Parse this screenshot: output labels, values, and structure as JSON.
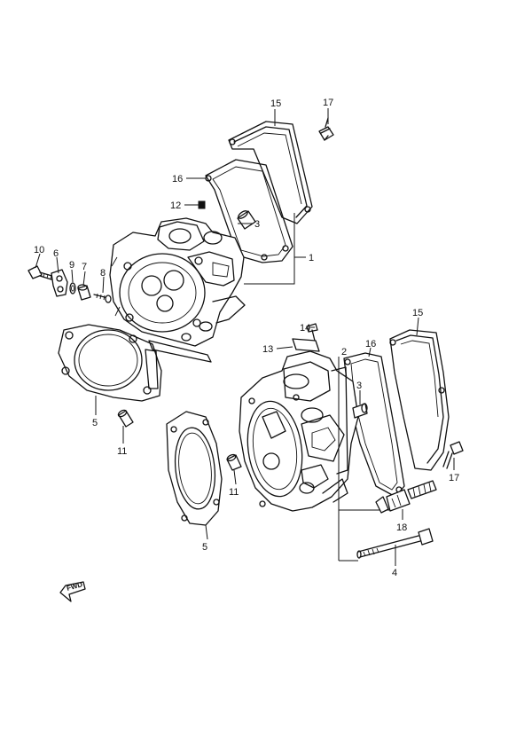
{
  "callouts": {
    "c1": "1",
    "c2": "2",
    "c3a": "3",
    "c3b": "3",
    "c4": "4",
    "c5a": "5",
    "c5b": "5",
    "c6": "6",
    "c7": "7",
    "c8": "8",
    "c9": "9",
    "c10": "10",
    "c11a": "11",
    "c11b": "11",
    "c12": "12",
    "c13": "13",
    "c14": "14",
    "c15a": "15",
    "c15b": "15",
    "c16a": "16",
    "c16b": "16",
    "c17a": "17",
    "c17b": "17",
    "c18": "18"
  },
  "fwd_label": "FWD"
}
